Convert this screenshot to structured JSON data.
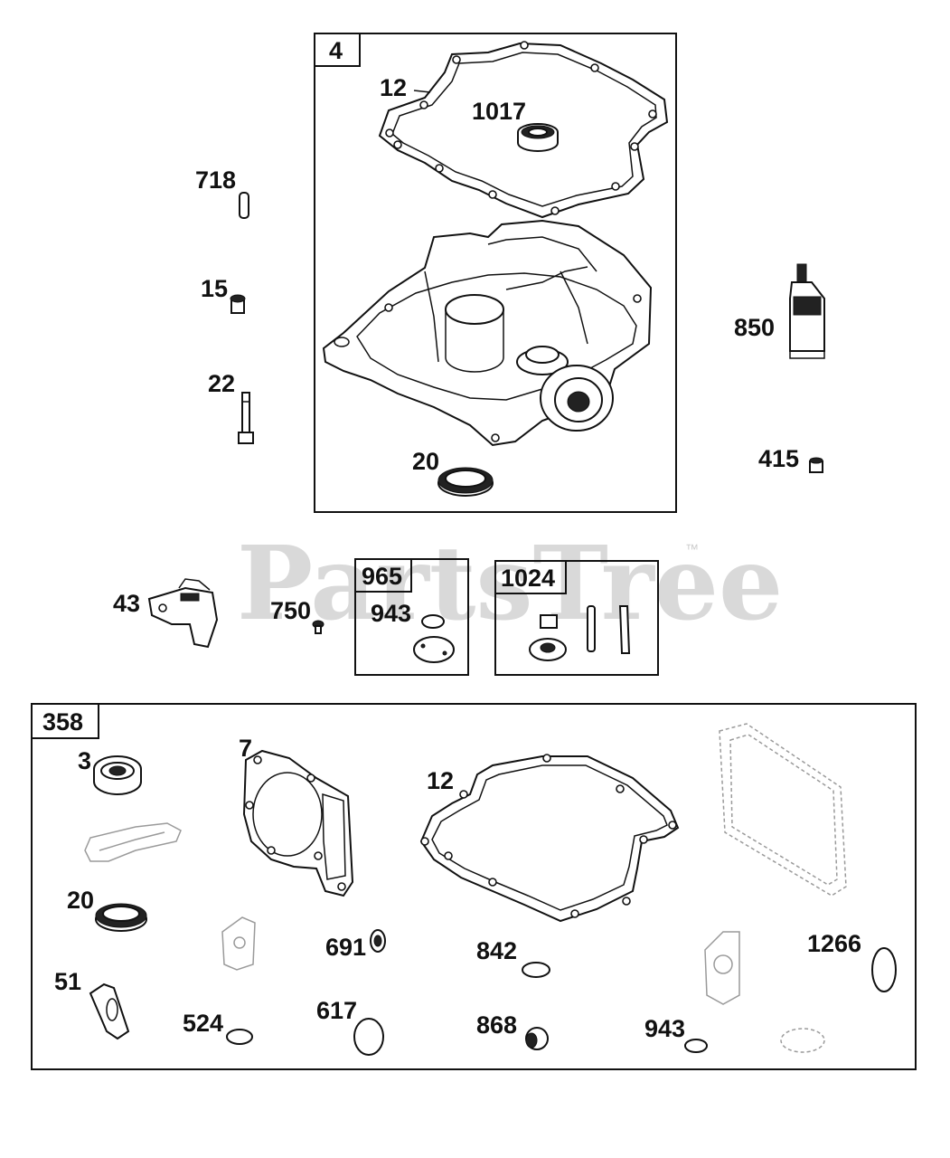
{
  "watermark": {
    "text": "PartsTree",
    "trademark": "™"
  },
  "boxes": {
    "box_4": {
      "label": "4"
    },
    "box_965": {
      "label": "965"
    },
    "box_1024": {
      "label": "1024"
    },
    "box_358": {
      "label": "358"
    }
  },
  "callouts": {
    "c12_top": "12",
    "c1017": "1017",
    "c718": "718",
    "c15": "15",
    "c22": "22",
    "c20_top": "20",
    "c850": "850",
    "c415": "415",
    "c43": "43",
    "c750": "750",
    "c943_kit": "943",
    "c3": "3",
    "c7": "7",
    "c12_kit": "12",
    "c20_kit": "20",
    "c691": "691",
    "c842": "842",
    "c1266": "1266",
    "c51": "51",
    "c524": "524",
    "c617": "617",
    "c868": "868",
    "c943_bottom": "943"
  }
}
